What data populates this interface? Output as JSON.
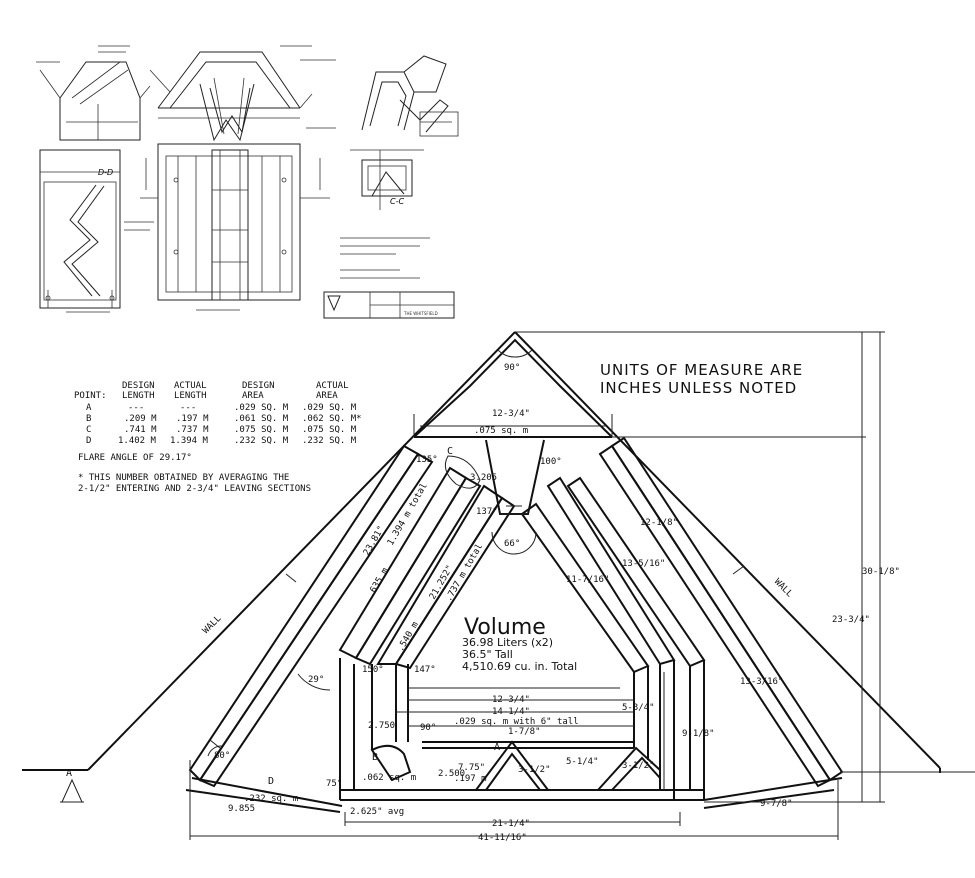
{
  "units_note": [
    "UNITS OF MEASURE ARE",
    "INCHES UNLESS NOTED"
  ],
  "table": {
    "headers": {
      "design_length": [
        "DESIGN",
        "LENGTH"
      ],
      "actual_length": [
        "ACTUAL",
        "LENGTH"
      ],
      "design_area": [
        "DESIGN",
        "AREA"
      ],
      "actual_area": [
        "ACTUAL",
        "AREA"
      ],
      "point": "POINT:"
    },
    "rows": [
      {
        "point": "A",
        "design_length": "---",
        "actual_length": "---",
        "design_area": ".029 SQ. M",
        "actual_area": ".029 SQ. M"
      },
      {
        "point": "B",
        "design_length": ".209 M",
        "actual_length": ".197 M",
        "design_area": ".061 SQ. M",
        "actual_area": ".062 SQ. M*"
      },
      {
        "point": "C",
        "design_length": ".741 M",
        "actual_length": ".737 M",
        "design_area": ".075 SQ. M",
        "actual_area": ".075 SQ. M"
      },
      {
        "point": "D",
        "design_length": "1.402 M",
        "actual_length": "1.394 M",
        "design_area": ".232 SQ. M",
        "actual_area": ".232 SQ. M"
      }
    ],
    "flare": "FLARE ANGLE OF 29.17°",
    "footnote": [
      "* THIS NUMBER OBTAINED BY AVERAGING THE",
      "2-1/2\" ENTERING AND 2-3/4\" LEAVING SECTIONS"
    ]
  },
  "volume": {
    "title": "Volume",
    "lines": [
      "36.98 Liters (x2)",
      "36.5\" Tall",
      "4,510.69 cu. in. Total"
    ]
  },
  "dims": {
    "apex": "90°",
    "top_width": "12-3/4\"",
    "top_area": ".075 sq. m",
    "a135": "135°",
    "pC": "C",
    "d3205": "3.205",
    "a100": "100°",
    "a137": "137°",
    "a66": "66°",
    "len1": "12-1/8\"",
    "len2": "13-5/16\"",
    "len3": "11-7/16\"",
    "d2381": "23.81\"",
    "d1394": "1.394 m total",
    "d635": ".635 m",
    "d21252": "21.252\"",
    "d737": ".737 m total",
    "d540": ".540 m",
    "wall_l": "WALL",
    "wall_r": "WALL",
    "a29": "29°",
    "a150": "150°",
    "a147": "147°",
    "w1234b": "12-3/4\"",
    "w1414": "14-1/4\"",
    "d5_34": "5-3/4\"",
    "d2750": "2.750",
    "a90": "90°",
    "area029": ".029 sq. m with 6\" tall",
    "d178": "1-7/8\"",
    "d918": "9-1/8\"",
    "a80": "80°",
    "pB": "B",
    "pA": "A",
    "pD": "D",
    "d062": ".062 sq. m",
    "d2500": "2.500",
    "d775": "7.75\"",
    "d197": ".197 m",
    "d312": "3-1/2\"",
    "d514": "5-1/4\"",
    "d312b": "3-1/2\"",
    "a75": "75°",
    "d232": ".232 sq. m",
    "d9855": "9.855",
    "d2625": "2.625\" avg",
    "d2114": "21-1/4\"",
    "d41": "41-11/16\"",
    "d978": "9-7/8\"",
    "d1316": "13-3/16\"",
    "d3018": "30-1/8\"",
    "d2334": "23-3/4\"",
    "section_a": "A",
    "thumb_title": "THE WHITSFIELD",
    "sec_dd": "D-D",
    "sec_cc": "C-C"
  },
  "chart_data": null
}
